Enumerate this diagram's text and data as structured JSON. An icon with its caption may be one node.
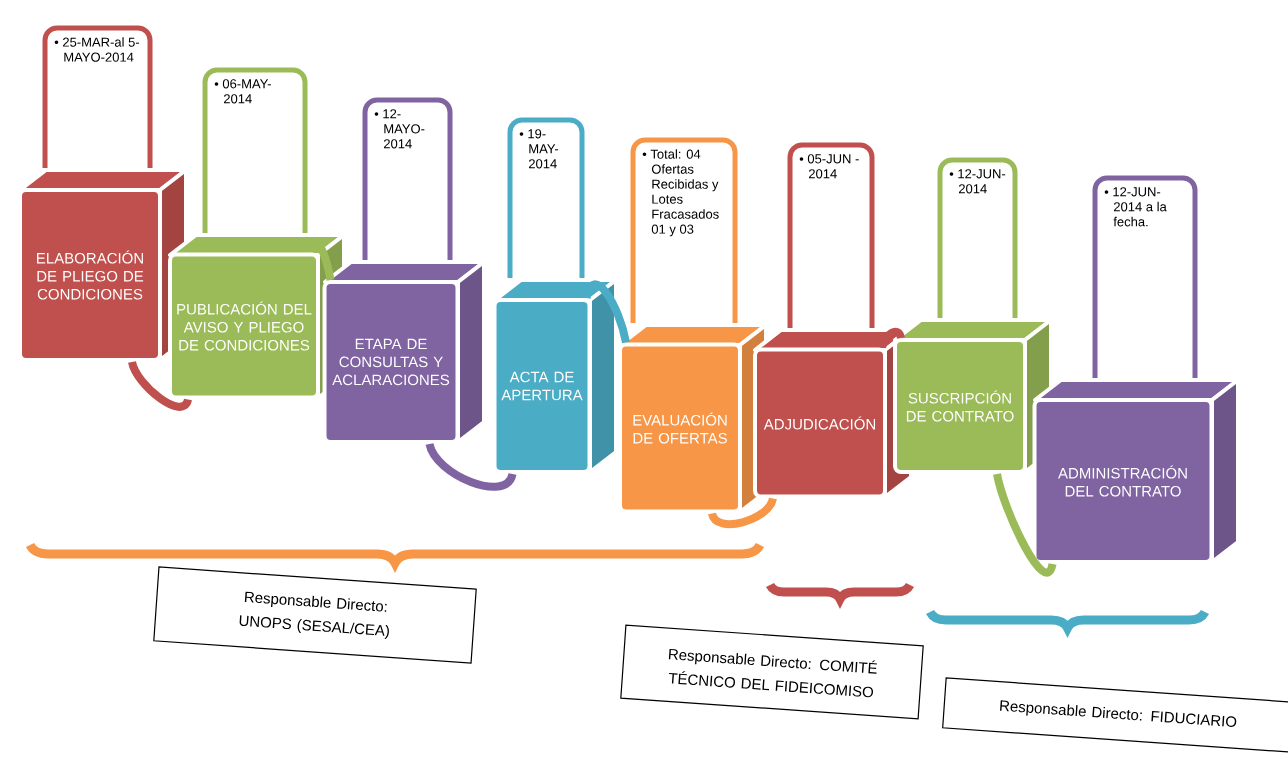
{
  "diagram": {
    "nodes": [
      {
        "text": [
          "• 25-MAR-al 5-MAYO-2014"
        ]
      },
      {
        "text": [
          "ELABORACIÓN DE PLIEGO DE CONDICIONES"
        ]
      },
      {
        "text": [
          "• 06-MAY-2014"
        ]
      },
      {
        "text": [
          "PUBLICACIÓN DEL AVISO Y PLIEGO DE CONDICIONES"
        ]
      },
      {
        "text": [
          "• 12-MAYO-2014"
        ]
      },
      {
        "text": [
          "ETAPA DE CONSULTAS Y ACLARACIONES"
        ]
      },
      {
        "text": [
          "• 19-MAY-2014"
        ]
      },
      {
        "text": [
          "ACTA DE APERTURA"
        ]
      },
      {
        "text": [
          "• Total: 04 Ofertas Recibidas y Lotes Fracasados 01 y 03"
        ]
      },
      {
        "text": [
          "EVALUACIÓN DE OFERTAS"
        ]
      },
      {
        "text": [
          "• 05-JUN - 2014"
        ]
      },
      {
        "text": [
          "ADJUDICACIÓN"
        ]
      },
      {
        "text": [
          "• 12-JUN-2014"
        ]
      },
      {
        "text": [
          "SUSCRIPCIÓN DE CONTRATO"
        ]
      },
      {
        "text": [
          "• 12-JUN-2014 a la fecha."
        ]
      },
      {
        "text": [
          "ADMINISTRACIÓN DEL CONTRATO"
        ]
      },
      {
        "text": [
          "Responsable Directo: UNOPS (SESAL/CEA)"
        ]
      },
      {
        "text": [
          "Responsable Directo: COMITÉ TÉCNICO DEL FIDEICOMISO"
        ]
      },
      {
        "text": [
          "Responsable Directo: FIDUCIARIO"
        ]
      }
    ],
    "edges": [
      {
        "from": 1,
        "to": 3,
        "arrow": "none",
        "color": "#c0504d"
      },
      {
        "from": 3,
        "to": 5,
        "arrow": "none",
        "color": "#9bbb59"
      },
      {
        "from": 5,
        "to": 7,
        "arrow": "none",
        "color": "#8064a2"
      },
      {
        "from": 7,
        "to": 9,
        "arrow": "none",
        "color": "#4bacc6"
      },
      {
        "from": 9,
        "to": 11,
        "arrow": "none",
        "color": "#f79646"
      },
      {
        "from": 11,
        "to": 13,
        "arrow": "none",
        "color": "#c0504d"
      },
      {
        "from": 13,
        "to": 15,
        "arrow": "none",
        "color": "#9bbb59"
      }
    ]
  }
}
